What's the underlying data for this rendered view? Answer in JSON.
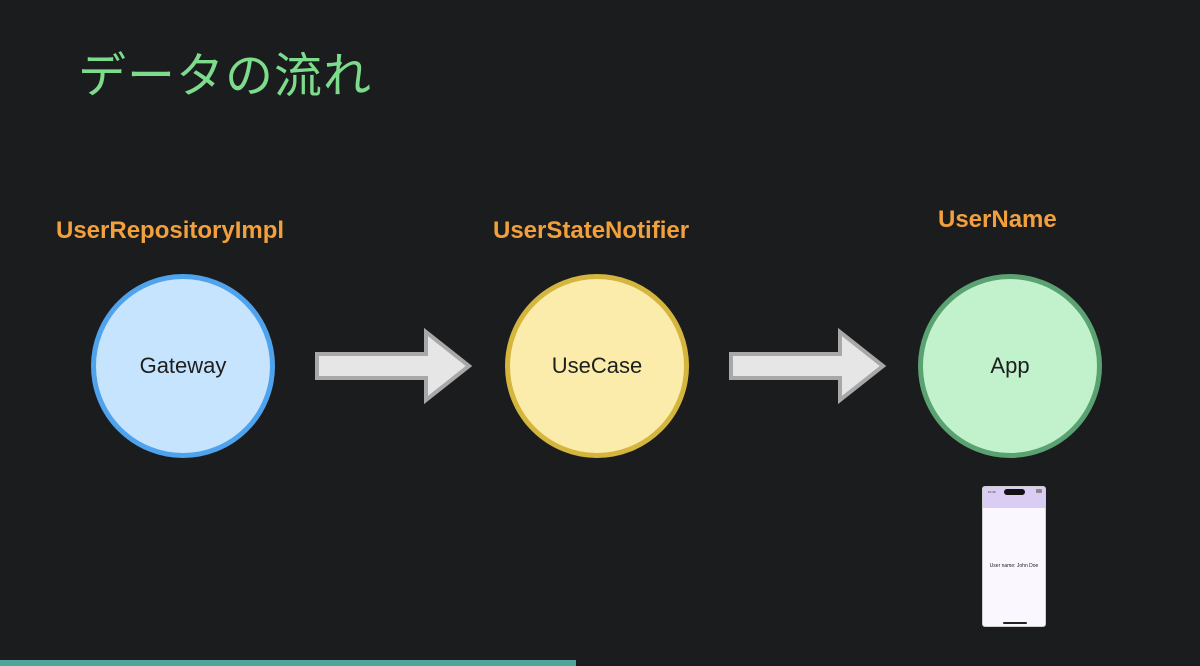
{
  "title": "データの流れ",
  "colors": {
    "title": "#7ddc8c",
    "label": "#f2a03d",
    "gateway_fill": "#c6e4fd",
    "gateway_border": "#4fa3ec",
    "usecase_fill": "#fcecab",
    "usecase_border": "#d4b63f",
    "app_fill": "#c1f2cb",
    "app_border": "#5aa271",
    "arrow_fill": "#e6e6e6",
    "arrow_border": "#a8a8a8"
  },
  "nodes": [
    {
      "label": "UserRepositoryImpl",
      "text": "Gateway"
    },
    {
      "label": "UserStateNotifier",
      "text": "UseCase"
    },
    {
      "label": "UserName",
      "text": "App"
    }
  ],
  "phone": {
    "time": "10:36",
    "text": "User name: John Doe"
  },
  "progress": 0.48
}
